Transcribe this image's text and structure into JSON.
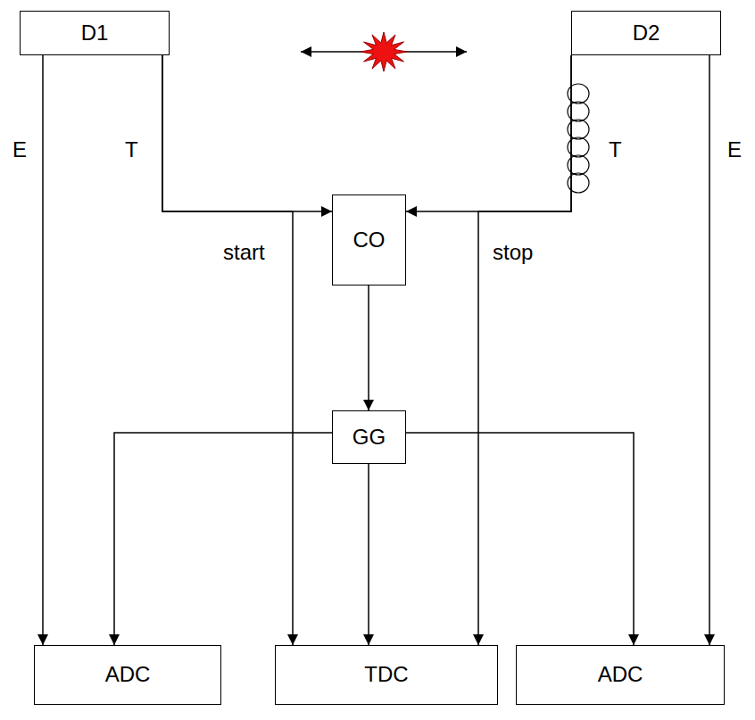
{
  "diagram": {
    "nodes": [
      {
        "text": [
          "D1"
        ]
      },
      {
        "text": [
          "D2"
        ]
      },
      {
        "text": [
          "CO"
        ]
      },
      {
        "text": [
          "GG"
        ]
      },
      {
        "text": [
          "ADC"
        ]
      },
      {
        "text": [
          "TDC"
        ]
      },
      {
        "text": [
          "ADC"
        ]
      }
    ],
    "edges": [
      {
        "from": 0,
        "to": 4,
        "arrow": "to"
      },
      {
        "from": 0,
        "to": 2,
        "arrow": "to"
      },
      {
        "from": 0,
        "to": 5,
        "arrow": "to"
      },
      {
        "from": 1,
        "to": 2,
        "arrow": "to"
      },
      {
        "from": 1,
        "to": 5,
        "arrow": "to"
      },
      {
        "from": 1,
        "to": 6,
        "arrow": "to"
      },
      {
        "from": 2,
        "to": 3,
        "arrow": "to"
      },
      {
        "from": 3,
        "to": 4,
        "arrow": "to"
      },
      {
        "from": 3,
        "to": 5,
        "arrow": "to"
      },
      {
        "from": 3,
        "to": 6,
        "arrow": "to"
      }
    ],
    "labels": [
      "E",
      "T",
      "start",
      "stop",
      "T",
      "E"
    ]
  }
}
